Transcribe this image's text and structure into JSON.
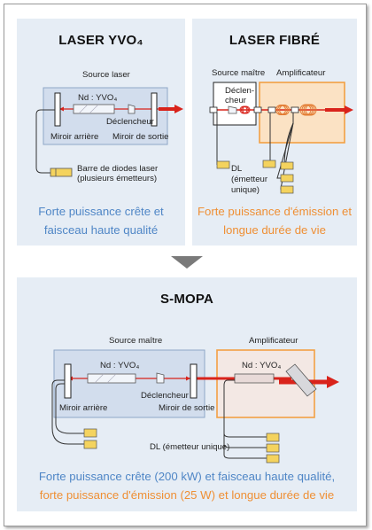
{
  "colors": {
    "panel_bg": "#e6edf5",
    "beam": "#d9231b",
    "blue_text": "#4f86c6",
    "orange_text": "#ef8f34",
    "amplifier": "#f3a044",
    "diode": "#f4d35e"
  },
  "laser_yvo4": {
    "title": "LASER YVO₄",
    "source_label": "Source laser",
    "crystal_label": "Nd : YVO₄",
    "trigger_label": "Déclencheur",
    "rear_mirror_label": "Miroir arrière",
    "output_mirror_label": "Miroir de sortie",
    "diode_bar_label_1": "Barre de diodes laser",
    "diode_bar_label_2": "(plusieurs émetteurs)",
    "caption_1": "Forte puissance crête et",
    "caption_2": "faisceau haute qualité"
  },
  "laser_fibre": {
    "title": "LASER FIBRÉ",
    "master_label": "Source maître",
    "amplifier_label": "Amplificateur",
    "trigger_label_1": "Déclen-",
    "trigger_label_2": "cheur",
    "dl_label_1": "DL",
    "dl_label_2": "(émetteur",
    "dl_label_3": "unique)",
    "caption_1": "Forte puissance d'émission et",
    "caption_2": "longue durée de vie"
  },
  "smopa": {
    "title": "S-MOPA",
    "master_label": "Source maître",
    "amplifier_label": "Amplificateur",
    "crystal_label": "Nd : YVO₄",
    "amp_crystal_label": "Nd : YVO₄",
    "trigger_label": "Déclencheur",
    "rear_mirror_label": "Miroir arrière",
    "output_mirror_label": "Miroir de sortie",
    "dl_label": "DL (émetteur unique)",
    "caption_1": "Forte puissance crête (200 kW) et faisceau haute qualité,",
    "caption_2": "forte puissance d'émission (25 W) et longue durée de vie"
  }
}
